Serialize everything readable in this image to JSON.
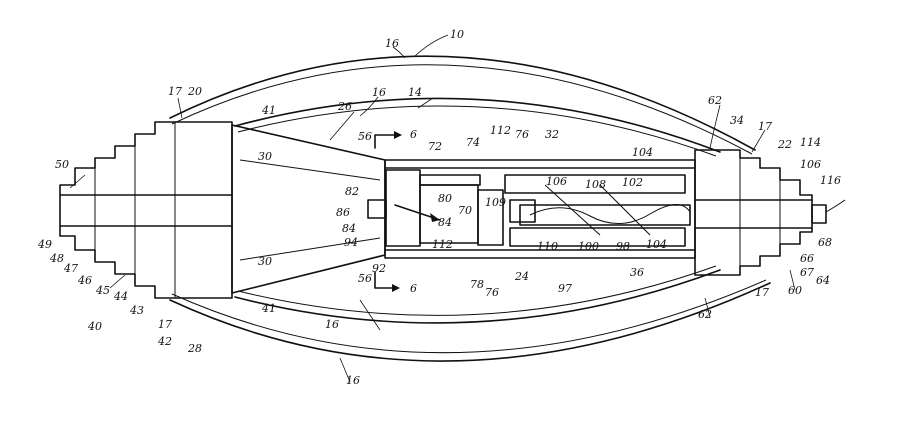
{
  "labels": [
    {
      "text": "10"
    },
    {
      "text": "16"
    },
    {
      "text": "16"
    },
    {
      "text": "14"
    },
    {
      "text": "17"
    },
    {
      "text": "20"
    },
    {
      "text": "41"
    },
    {
      "text": "26"
    },
    {
      "text": "30"
    },
    {
      "text": "50"
    },
    {
      "text": "56"
    },
    {
      "text": "6"
    },
    {
      "text": "72"
    },
    {
      "text": "74"
    },
    {
      "text": "112"
    },
    {
      "text": "76"
    },
    {
      "text": "32"
    },
    {
      "text": "104"
    },
    {
      "text": "62"
    },
    {
      "text": "34"
    },
    {
      "text": "17"
    },
    {
      "text": "22"
    },
    {
      "text": "114"
    },
    {
      "text": "106"
    },
    {
      "text": "116"
    },
    {
      "text": "82"
    },
    {
      "text": "80"
    },
    {
      "text": "106"
    },
    {
      "text": "108"
    },
    {
      "text": "102"
    },
    {
      "text": "86"
    },
    {
      "text": "84"
    },
    {
      "text": "70"
    },
    {
      "text": "109"
    },
    {
      "text": "84"
    },
    {
      "text": "94"
    },
    {
      "text": "112"
    },
    {
      "text": "110"
    },
    {
      "text": "100"
    },
    {
      "text": "98"
    },
    {
      "text": "104"
    },
    {
      "text": "68"
    },
    {
      "text": "49"
    },
    {
      "text": "48"
    },
    {
      "text": "47"
    },
    {
      "text": "46"
    },
    {
      "text": "45"
    },
    {
      "text": "44"
    },
    {
      "text": "43"
    },
    {
      "text": "40"
    },
    {
      "text": "17"
    },
    {
      "text": "42"
    },
    {
      "text": "28"
    },
    {
      "text": "30"
    },
    {
      "text": "56"
    },
    {
      "text": "92"
    },
    {
      "text": "6"
    },
    {
      "text": "78"
    },
    {
      "text": "76"
    },
    {
      "text": "24"
    },
    {
      "text": "97"
    },
    {
      "text": "36"
    },
    {
      "text": "41"
    },
    {
      "text": "16"
    },
    {
      "text": "62"
    },
    {
      "text": "17"
    },
    {
      "text": "66"
    },
    {
      "text": "64"
    },
    {
      "text": "67"
    },
    {
      "text": "60"
    },
    {
      "text": "16"
    }
  ]
}
